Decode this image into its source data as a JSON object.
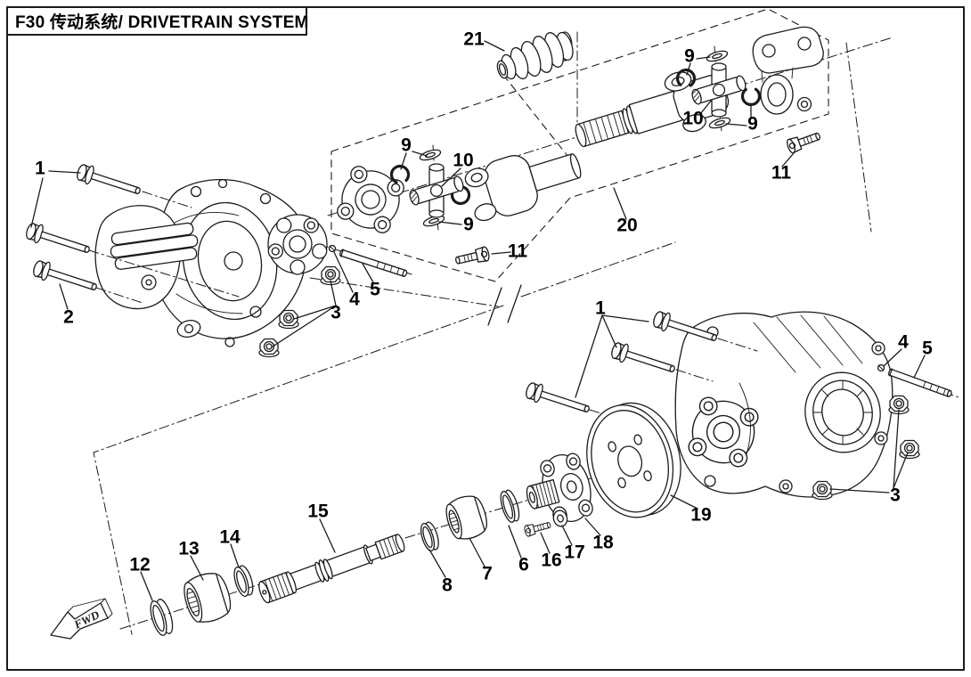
{
  "title": "F30 传动系统/ DRIVETRAIN SYSTEM",
  "fwd_label": "FWD",
  "callouts": [
    {
      "label": "1"
    },
    {
      "label": "2"
    },
    {
      "label": "3"
    },
    {
      "label": "4"
    },
    {
      "label": "5"
    },
    {
      "label": "9"
    },
    {
      "label": "10"
    },
    {
      "label": "9"
    },
    {
      "label": "11"
    },
    {
      "label": "21"
    },
    {
      "label": "9"
    },
    {
      "label": "10"
    },
    {
      "label": "9"
    },
    {
      "label": "11"
    },
    {
      "label": "20"
    },
    {
      "label": "1"
    },
    {
      "label": "4"
    },
    {
      "label": "5"
    },
    {
      "label": "3"
    },
    {
      "label": "19"
    },
    {
      "label": "18"
    },
    {
      "label": "17"
    },
    {
      "label": "16"
    },
    {
      "label": "6"
    },
    {
      "label": "7"
    },
    {
      "label": "8"
    },
    {
      "label": "15"
    },
    {
      "label": "14"
    },
    {
      "label": "13"
    },
    {
      "label": "12"
    }
  ]
}
